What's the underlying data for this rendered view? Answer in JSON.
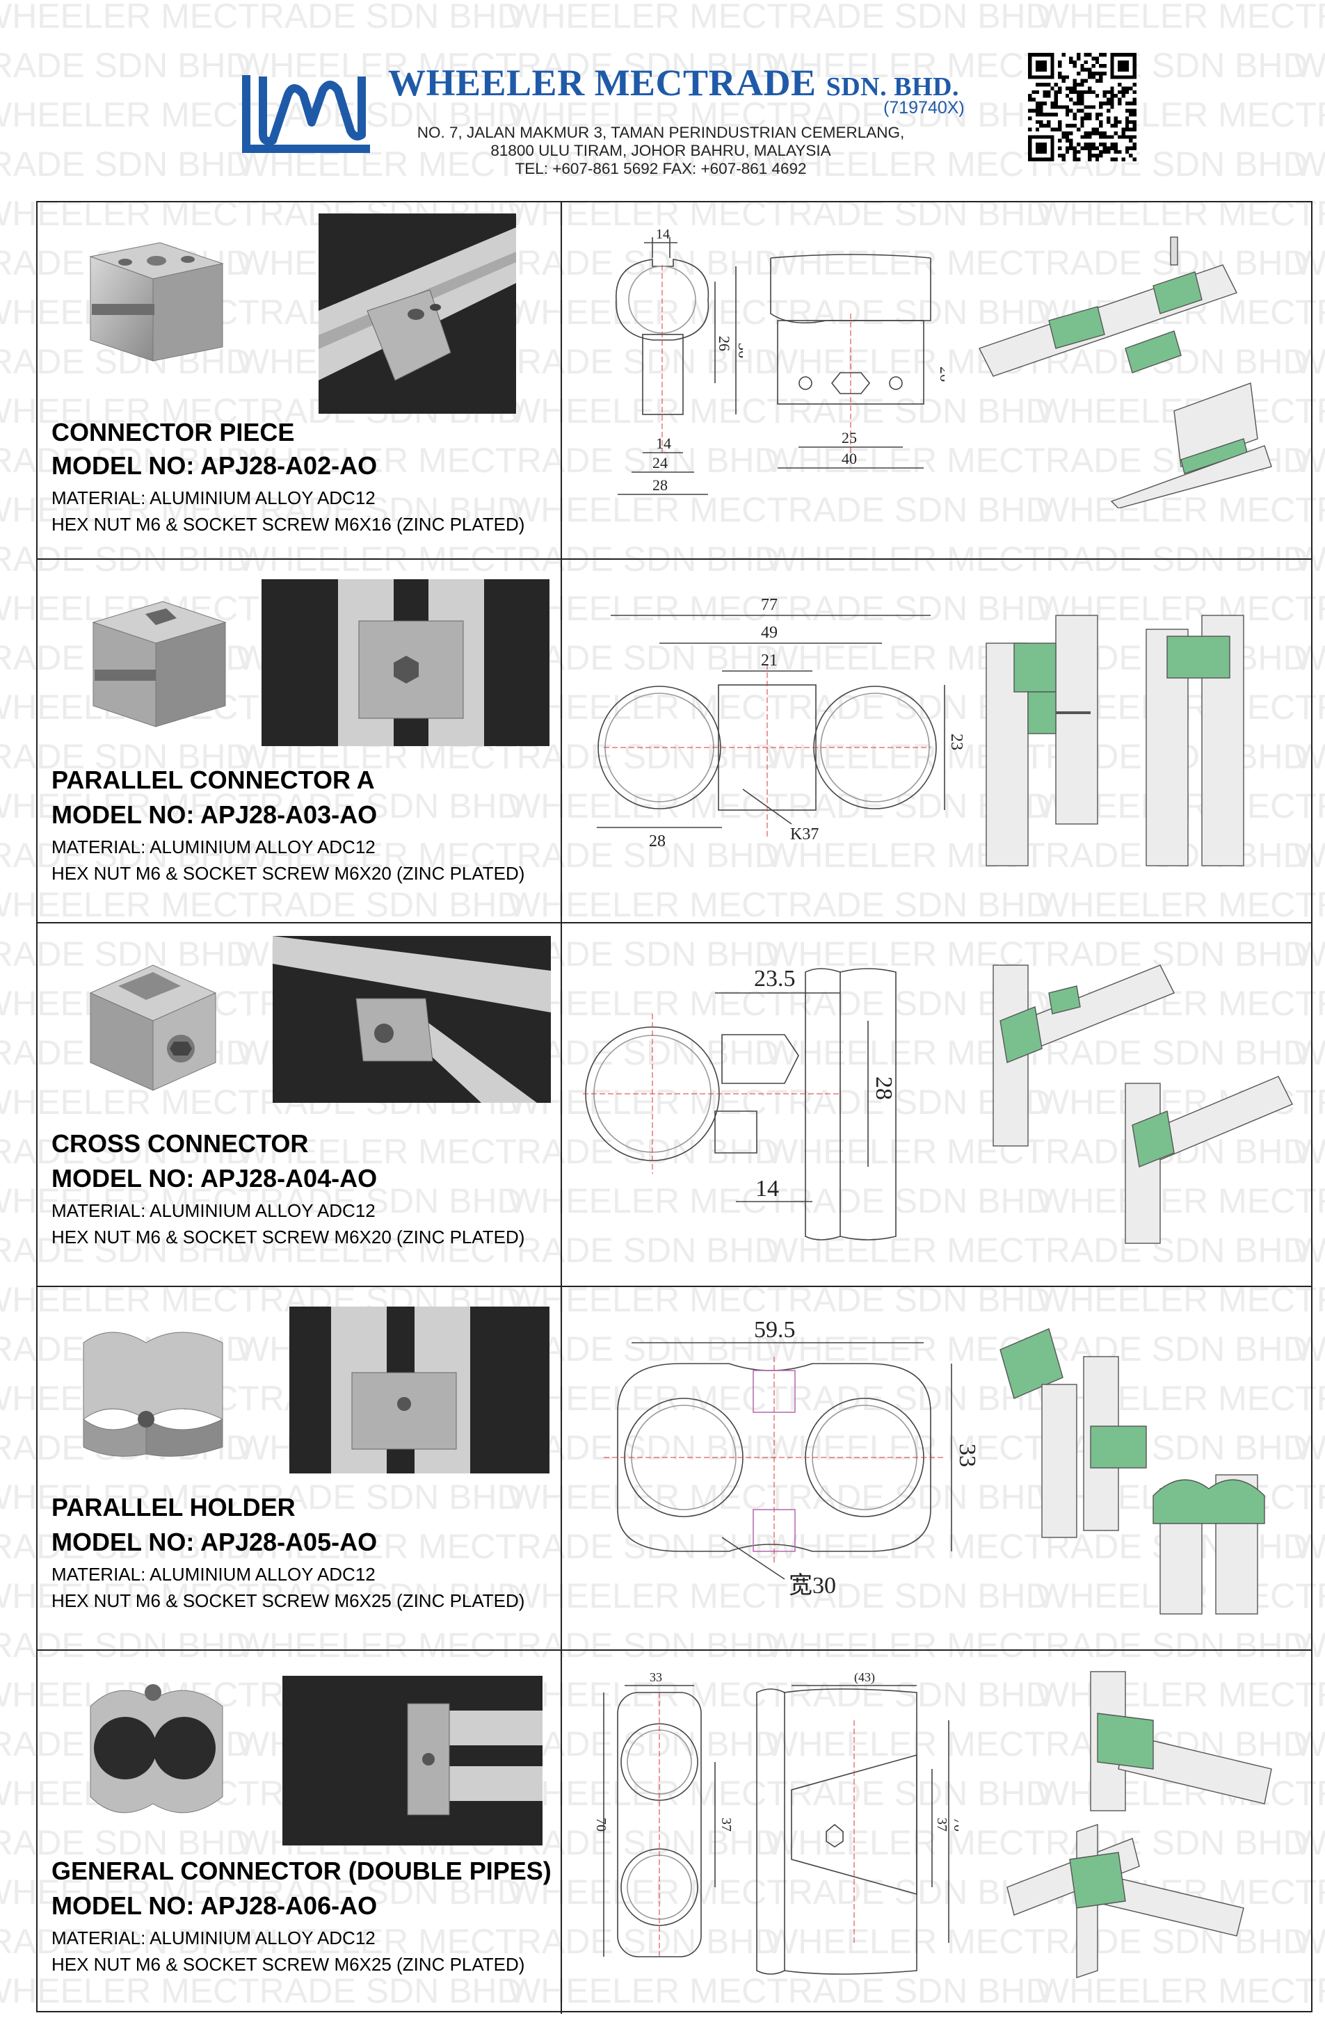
{
  "header": {
    "company_name": "WHEELER MECTRADE",
    "company_suffix": "SDN. BHD.",
    "reg_no": "(719740X)",
    "address_line1": "NO. 7, JALAN MAKMUR 3, TAMAN PERINDUSTRIAN CEMERLANG,",
    "address_line2": "81800 ULU TIRAM, JOHOR BAHRU, MALAYSIA",
    "address_line3": "TEL: +607-861 5692  FAX: +607-861 4692",
    "logo_icon": "wm-logo",
    "qr_icon": "qr-code"
  },
  "watermark": {
    "text": "WHEELER MECTRADE SDN BHD"
  },
  "colors": {
    "brand_blue": "#1f5aa8",
    "assembly_green": "#79c08e",
    "pipe_grey": "#e9e9e9"
  },
  "products": [
    {
      "title": "CONNECTOR PIECE",
      "model": "MODEL NO: APJ28-A02-AO",
      "material": "MATERIAL: ALUMINIUM ALLOY ADC12",
      "hardware": "HEX NUT M6 & SOCKET SCREW M6X16 (ZINC PLATED)",
      "dims": {
        "d14": "14",
        "d26": "26",
        "d36": "36",
        "d14b": "14",
        "d24": "24",
        "d28": "28",
        "d25": "25",
        "d40": "40",
        "d26b": "26"
      }
    },
    {
      "title": "PARALLEL CONNECTOR A",
      "model": "MODEL NO: APJ28-A03-AO",
      "material": "MATERIAL: ALUMINIUM ALLOY ADC12",
      "hardware": "HEX NUT M6 & SOCKET SCREW M6X20 (ZINC PLATED)",
      "dims": {
        "d77": "77",
        "d49": "49",
        "d21": "21",
        "d23": "23",
        "d28": "28",
        "k37": "K37"
      }
    },
    {
      "title": "CROSS CONNECTOR",
      "model": "MODEL NO: APJ28-A04-AO",
      "material": "MATERIAL: ALUMINIUM ALLOY ADC12",
      "hardware": "HEX NUT M6 & SOCKET SCREW M6X20 (ZINC PLATED)",
      "dims": {
        "d235": "23.5",
        "d28": "28",
        "d14": "14"
      }
    },
    {
      "title": "PARALLEL HOLDER",
      "model": "MODEL NO: APJ28-A05-AO",
      "material": "MATERIAL: ALUMINIUM ALLOY ADC12",
      "hardware": "HEX NUT M6 & SOCKET SCREW M6X25 (ZINC PLATED)",
      "dims": {
        "d595": "59.5",
        "d33": "33",
        "w30": "宽30"
      }
    },
    {
      "title": "GENERAL CONNECTOR (DOUBLE PIPES)",
      "model": "MODEL NO: APJ28-A06-AO",
      "material": "MATERIAL: ALUMINIUM ALLOY ADC12",
      "hardware": "HEX NUT M6 & SOCKET SCREW M6X25 (ZINC PLATED)",
      "dims": {
        "d33": "33",
        "d70": "70",
        "d37": "37",
        "d43": "(43)",
        "d37b": "37",
        "d70b": "70"
      }
    }
  ]
}
